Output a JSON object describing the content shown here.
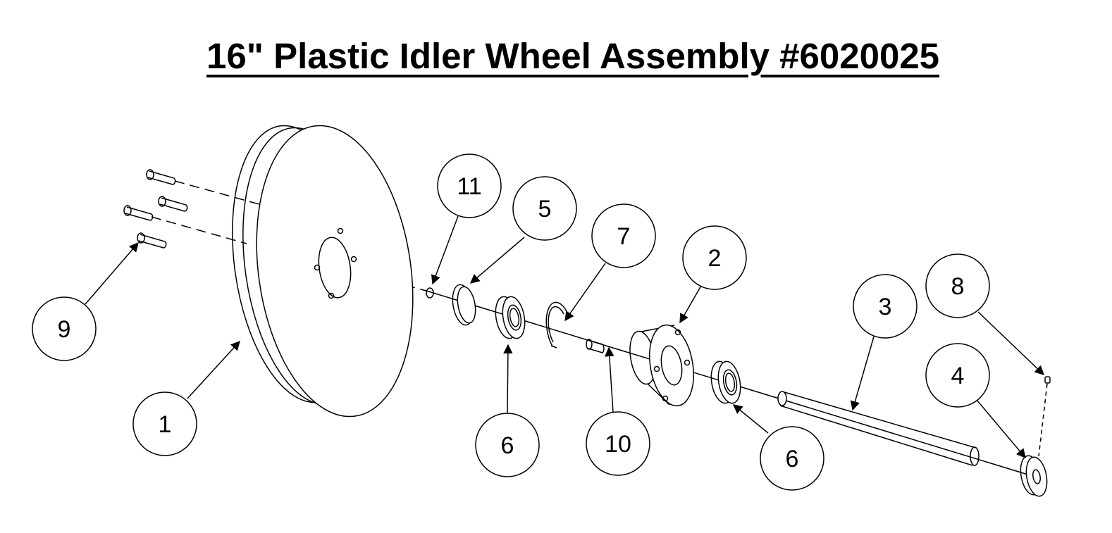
{
  "title": "16\" Plastic Idler Wheel Assembly #6020025",
  "callouts": [
    {
      "id": "callout-1",
      "label": "1"
    },
    {
      "id": "callout-2",
      "label": "2"
    },
    {
      "id": "callout-3",
      "label": "3"
    },
    {
      "id": "callout-4",
      "label": "4"
    },
    {
      "id": "callout-5",
      "label": "5"
    },
    {
      "id": "callout-6a",
      "label": "6"
    },
    {
      "id": "callout-6b",
      "label": "6"
    },
    {
      "id": "callout-7",
      "label": "7"
    },
    {
      "id": "callout-8",
      "label": "8"
    },
    {
      "id": "callout-9",
      "label": "9"
    },
    {
      "id": "callout-10",
      "label": "10"
    },
    {
      "id": "callout-11",
      "label": "11"
    }
  ]
}
